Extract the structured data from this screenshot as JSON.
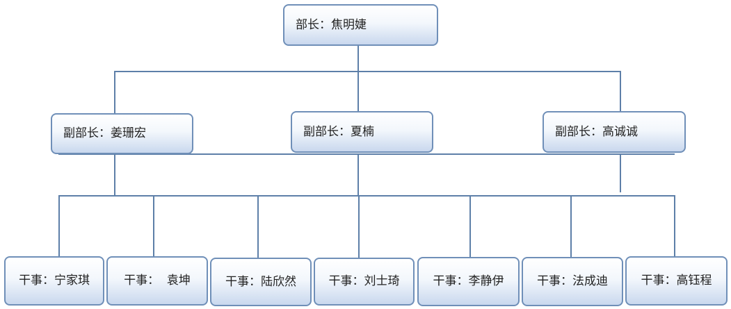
{
  "org_chart": {
    "head": {
      "label": "部长：焦明婕"
    },
    "deputies": [
      {
        "label": "副部长：姜珊宏"
      },
      {
        "label": "副部长：夏楠"
      },
      {
        "label": "副部长：高诚诚"
      }
    ],
    "staff": [
      {
        "label": "干事：宁家琪"
      },
      {
        "label": "干事：  袁坤"
      },
      {
        "label": "干事：陆欣然"
      },
      {
        "label": "干事：刘士琦"
      },
      {
        "label": "干事：李静伊"
      },
      {
        "label": "干事：法成迪"
      },
      {
        "label": "干事：高钰程"
      }
    ]
  },
  "colors": {
    "connector": "#5d7fa8",
    "box_border": "#6f8fb8",
    "box_gradient_bottom": "#c9d8ee"
  }
}
